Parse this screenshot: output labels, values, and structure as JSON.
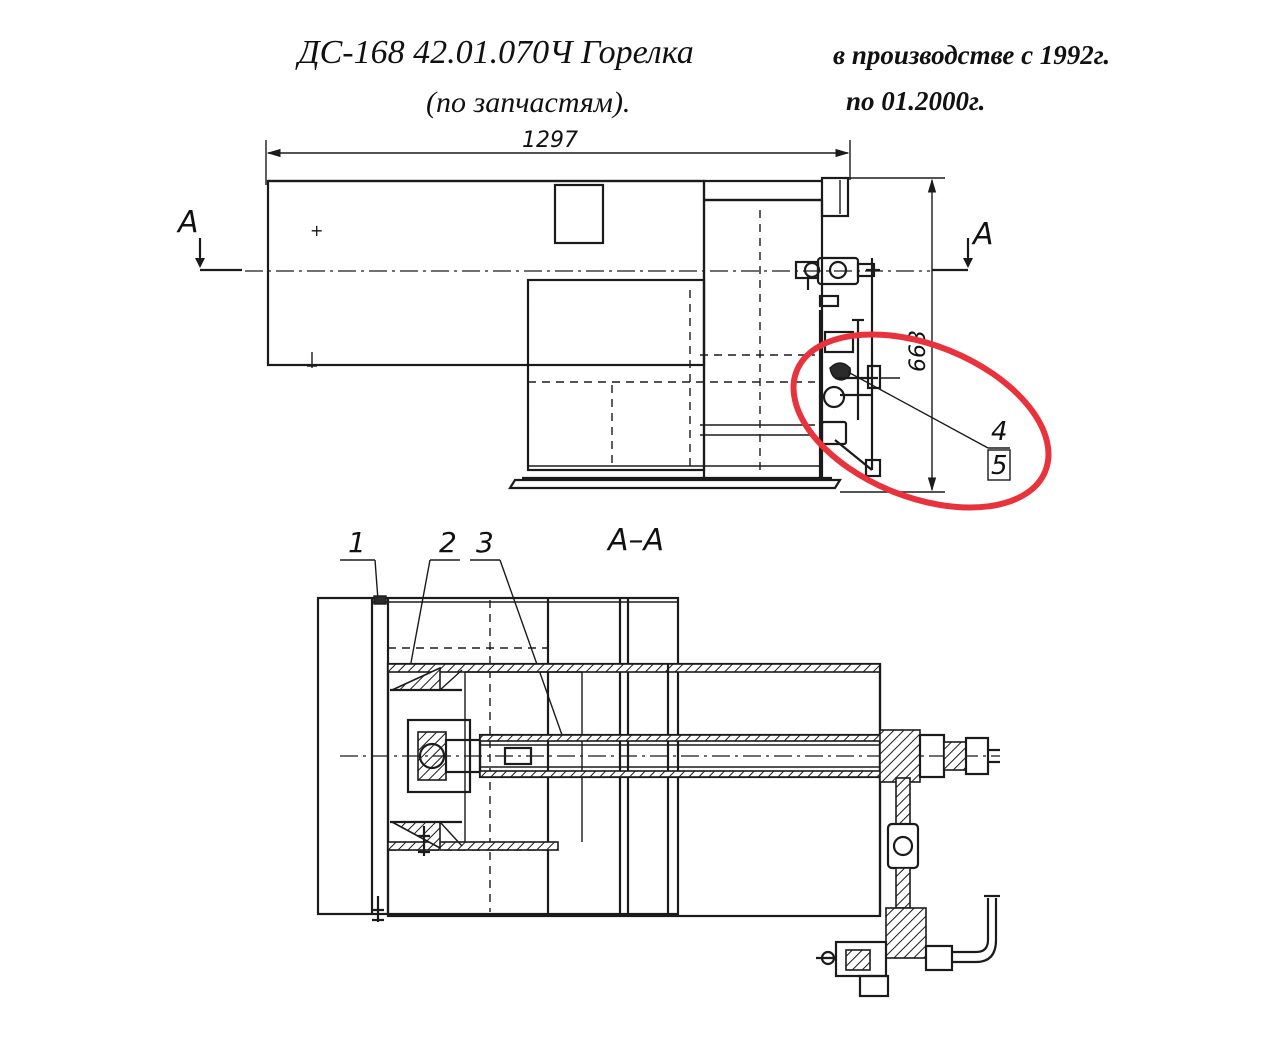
{
  "title": {
    "line1": "ДС-168 42.01.070Ч Горелка",
    "line2": "(по запчастям)."
  },
  "period": {
    "line1": "в производстве с 1992г.",
    "line2": "по 01.2000г."
  },
  "drawing": {
    "dimension_width": "1297",
    "dimension_height": "663",
    "section_mark_left": "A",
    "section_mark_right": "A",
    "section_title": "A–A",
    "callouts": [
      "1",
      "2",
      "3",
      "4",
      "5"
    ],
    "highlight_color": "#e8323c",
    "line_color": "#1b1b1b"
  }
}
